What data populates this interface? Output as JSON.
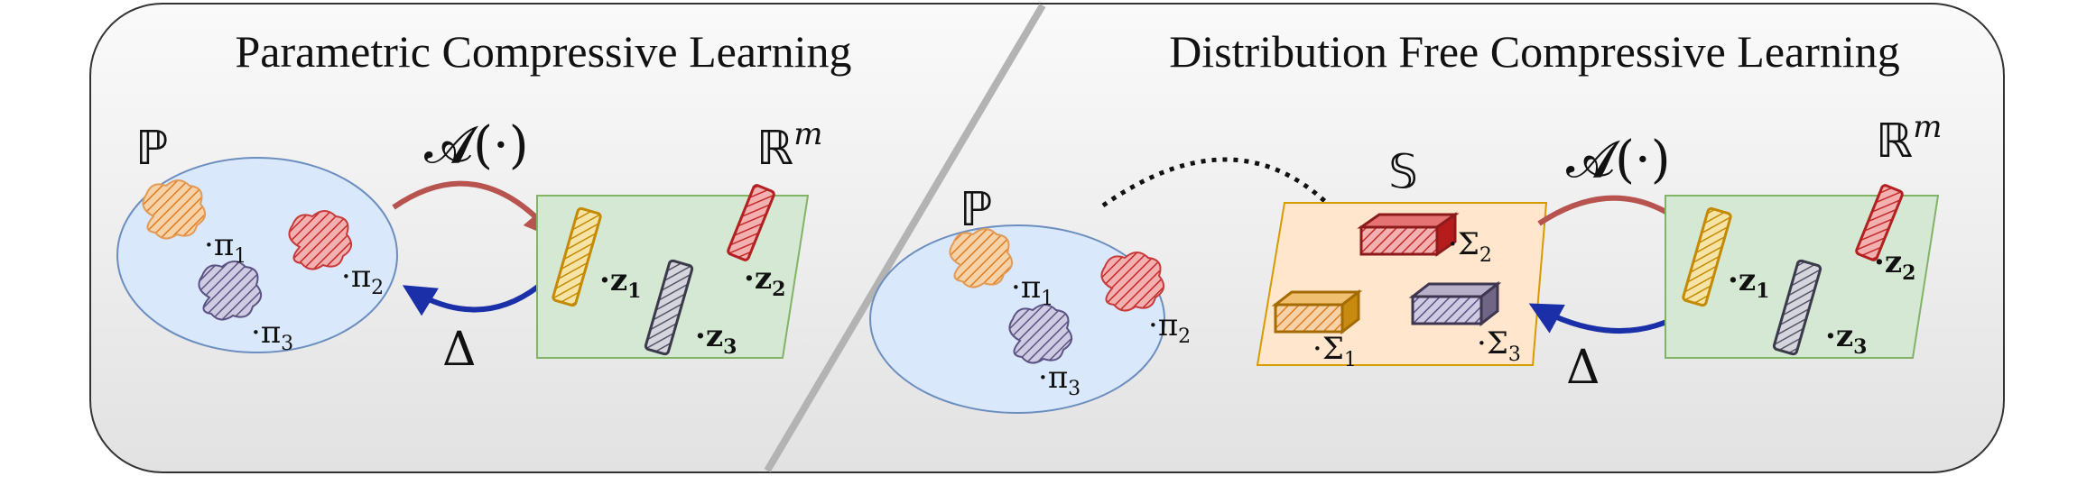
{
  "left_panel": {
    "title": "Parametric Compressive Learning",
    "distribution_space": "ℙ",
    "measurement_space_base": "ℝ",
    "measurement_space_exp": "m",
    "operator": "𝓐(·)",
    "decoder": "Δ",
    "distributions": [
      {
        "label": "π",
        "sub": "1",
        "color": "#e8a266"
      },
      {
        "label": "π",
        "sub": "2",
        "color": "#d64545"
      },
      {
        "label": "π",
        "sub": "3",
        "color": "#8a84ad"
      }
    ],
    "sketches": [
      {
        "label": "z",
        "sub": "1",
        "color": "#d9a520"
      },
      {
        "label": "z",
        "sub": "2",
        "color": "#c42b2b"
      },
      {
        "label": "z",
        "sub": "3",
        "color": "#7f7f92"
      }
    ]
  },
  "right_panel": {
    "title": "Distribution Free Compressive Learning",
    "distribution_space": "ℙ",
    "summary_space": "𝕊",
    "measurement_space_base": "ℝ",
    "measurement_space_exp": "m",
    "operator": "𝓐(·)",
    "decoder": "Δ",
    "distributions": [
      {
        "label": "π",
        "sub": "1",
        "color": "#e8a266"
      },
      {
        "label": "π",
        "sub": "2",
        "color": "#d64545"
      },
      {
        "label": "π",
        "sub": "3",
        "color": "#8a84ad"
      }
    ],
    "summaries": [
      {
        "label": "Σ",
        "sub": "1",
        "color": "#e0a640"
      },
      {
        "label": "Σ",
        "sub": "2",
        "color": "#d03a3a"
      },
      {
        "label": "Σ",
        "sub": "3",
        "color": "#8a7f9a"
      }
    ],
    "sketches": [
      {
        "label": "z",
        "sub": "1",
        "color": "#d9a520"
      },
      {
        "label": "z",
        "sub": "2",
        "color": "#c42b2b"
      },
      {
        "label": "z",
        "sub": "3",
        "color": "#7f7f92"
      }
    ]
  },
  "colors": {
    "ellipse_fill": "#dae8fc",
    "ellipse_stroke": "#6c8ebf",
    "rm_fill": "#d5e8d4",
    "rm_stroke": "#82b366",
    "s_fill": "#ffe6cc",
    "s_stroke": "#d79b00",
    "forward_arrow": "#b85450",
    "backward_arrow": "#1a2fa8"
  }
}
